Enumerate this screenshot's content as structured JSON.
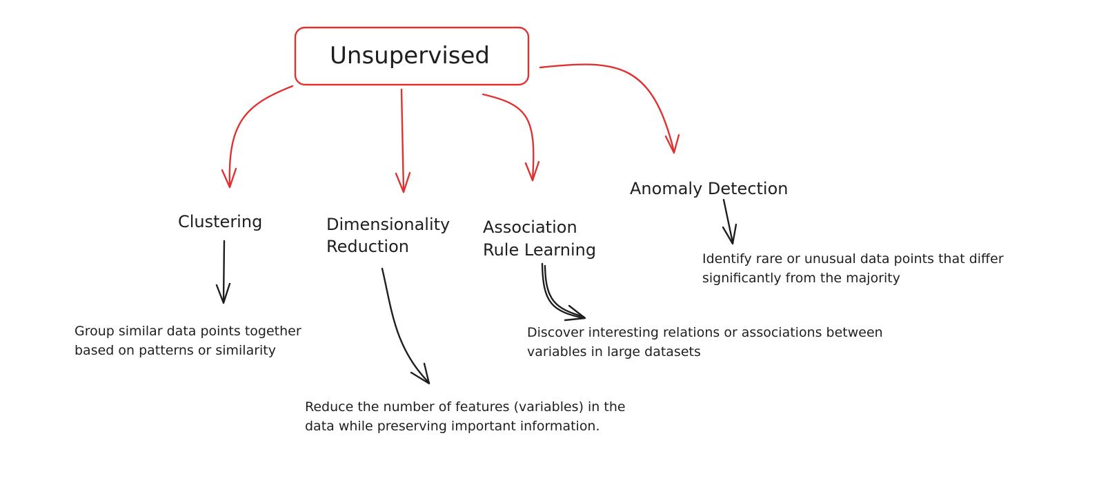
{
  "root": {
    "label": "Unsupervised"
  },
  "colors": {
    "accent": "#e03131",
    "ink": "#1e1e1e",
    "background": "#ffffff"
  },
  "categories": [
    {
      "id": "clustering",
      "title_lines": [
        "Clustering"
      ],
      "description_lines": [
        "Group similar data points together",
        "based on patterns or similarity"
      ]
    },
    {
      "id": "dimensionality-reduction",
      "title_lines": [
        "Dimensionality",
        "Reduction"
      ],
      "description_lines": [
        "Reduce the number of features (variables) in the",
        "data while preserving important information."
      ]
    },
    {
      "id": "association-rule-learning",
      "title_lines": [
        "Association",
        "Rule Learning"
      ],
      "description_lines": [
        "Discover interesting relations or associations between",
        "variables in large datasets"
      ]
    },
    {
      "id": "anomaly-detection",
      "title_lines": [
        "Anomaly Detection"
      ],
      "description_lines": [
        "Identify rare or unusual data points that differ",
        " significantly from the majority"
      ]
    }
  ]
}
